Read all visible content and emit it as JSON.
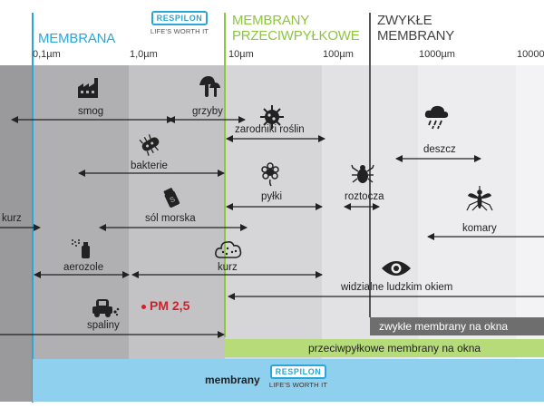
{
  "headers": {
    "membrana": "MEMBRANA",
    "przeciwpylkowe_line1": "MEMBRANY",
    "przeciwpylkowe_line2": "PRZECIWPYŁKOWE",
    "zwykle_line1": "ZWYKŁE",
    "zwykle_line2": "MEMBRANY"
  },
  "logo_top": {
    "brand": "RESPILON",
    "tagline": "LIFE'S WORTH IT"
  },
  "logo_bottom": {
    "brand": "RESPILON",
    "tagline": "LIFE'S WORTH IT"
  },
  "scale_ticks": [
    "0,1µm",
    "1,0µm",
    "10µm",
    "100µm",
    "1000µm",
    "10000"
  ],
  "particles": {
    "smog": "smog",
    "grzyby": "grzyby",
    "zarodniki": "zarodniki roślin",
    "deszcz": "deszcz",
    "bakterie": "bakterie",
    "pylki": "pyłki",
    "roztocza": "roztocza",
    "kurz_left": "kurz",
    "sol_morska": "sól morska",
    "komary": "komary",
    "aerozole": "aerozole",
    "kurz": "kurz",
    "widzialne": "widzialne ludzkim okiem",
    "spaliny": "spaliny",
    "pm25": "PM 2,5"
  },
  "bars": {
    "zwykle_okna": "zwykłe membrany na okna",
    "przeciwpylkowe_okna": "przeciwpyłkowe membrany na okna",
    "membrany": "membrany"
  },
  "colors": {
    "membrana_blue": "#2aa6d9",
    "przeciwpylkowe_green": "#8cc63f",
    "zwykle_dark": "#444444",
    "pm_red": "#d0202c",
    "bar_membrany": "#8fd0ef",
    "bar_green": "#b6dc7a",
    "bar_gray": "#6e6e6e"
  },
  "icons": [
    "factory-icon",
    "mushroom-icon",
    "virus-spore-icon",
    "rain-cloud-icon",
    "bacteria-icon",
    "pollen-flower-icon",
    "mite-icon",
    "salt-shaker-icon",
    "mosquito-icon",
    "spray-icon",
    "dust-cloud-icon",
    "eye-icon",
    "car-exhaust-icon"
  ]
}
